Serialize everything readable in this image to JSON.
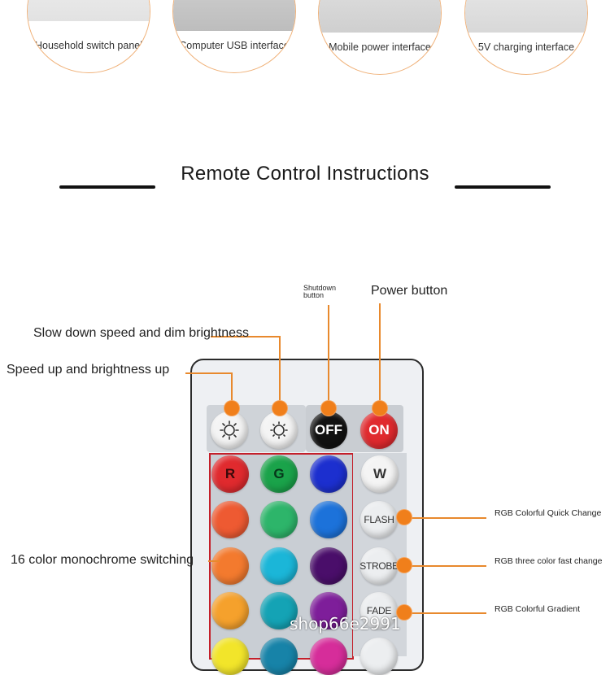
{
  "interfaces": [
    {
      "label": "Household switch panel"
    },
    {
      "label": "Computer USB interface"
    },
    {
      "label": "Mobile power interface"
    },
    {
      "label": "5V charging interface"
    }
  ],
  "section": {
    "title": "Remote Control Instructions"
  },
  "callouts": {
    "shutdown": "Shutdown button",
    "power": "Power button",
    "slow_down": "Slow down speed and dim brightness",
    "speed_up": "Speed up and brightness up",
    "sixteen_color": "16 color monochrome switching",
    "flash": "RGB Colorful Quick Change",
    "strobe": "RGB three color fast change",
    "fade": "RGB Colorful Gradient"
  },
  "buttons": {
    "bright_up_icon": "brightness-up-icon",
    "bright_down_icon": "brightness-down-icon",
    "off": "OFF",
    "on": "ON",
    "r": "R",
    "g": "G",
    "w": "W",
    "flash": "FLASH",
    "strobe": "STROBE",
    "fade": "FADE"
  },
  "colors": {
    "accent_orange": "#f07f1b",
    "grid_border": "#c41f2a",
    "red": "#e02a2e",
    "green": "#1aa34a",
    "blue": "#1c2fcf"
  },
  "watermark": "shop66e2991"
}
